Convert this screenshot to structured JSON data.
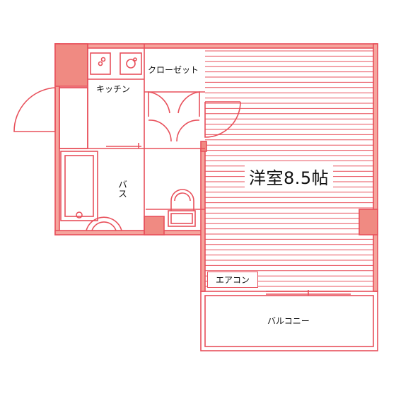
{
  "rooms": {
    "kitchen": "キッチン",
    "closet": "クローゼット",
    "bath": "バス",
    "western_room": "洋室8.5帖",
    "aircon": "エアコン",
    "balcony": "バルコニー"
  },
  "colors": {
    "wall": "#e8505b",
    "wall_fill": "#f08a82",
    "background": "#ffffff",
    "text": "#111111"
  }
}
